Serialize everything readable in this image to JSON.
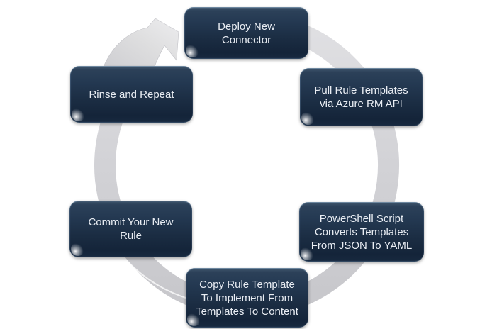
{
  "diagram": {
    "type": "cycle",
    "flow_direction": "clockwise",
    "colors": {
      "node_gradient_top": "#42596f",
      "node_gradient_bottom": "#142439",
      "node_text": "#e9edf3",
      "ring": "#d3d3d6",
      "arrow": "#dcdcdf",
      "background": "#ffffff"
    },
    "nodes": [
      {
        "id": "deploy-new-connector",
        "label": "Deploy New Connector",
        "position": "top"
      },
      {
        "id": "pull-rule-templates",
        "label": "Pull Rule Templates via Azure RM API",
        "position": "top-right"
      },
      {
        "id": "powershell-converts",
        "label": "PowerShell Script Converts Templates From JSON To YAML",
        "position": "bottom-right"
      },
      {
        "id": "copy-rule-template",
        "label": "Copy Rule Template To Implement From Templates To Content",
        "position": "bottom"
      },
      {
        "id": "commit-your-new-rule",
        "label": "Commit Your New Rule",
        "position": "bottom-left"
      },
      {
        "id": "rinse-and-repeat",
        "label": "Rinse and Repeat",
        "position": "top-left"
      }
    ]
  }
}
